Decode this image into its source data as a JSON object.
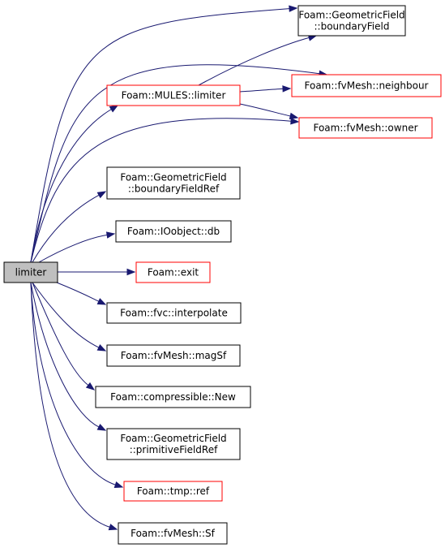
{
  "colors": {
    "edge": "#191970",
    "node_border_default": "#000000",
    "node_border_highlight": "#ff0000",
    "root_fill": "#bfbfbf",
    "node_fill": "#ffffff"
  },
  "diagram": {
    "nodes": [
      {
        "id": "limiter",
        "lines": [
          "limiter"
        ],
        "style": "root"
      },
      {
        "id": "mules-limiter",
        "lines": [
          "Foam::MULES::limiter"
        ],
        "style": "highlight"
      },
      {
        "id": "geometricfield-boundaryfield",
        "lines": [
          "Foam::GeometricField",
          "::boundaryField"
        ],
        "style": "default"
      },
      {
        "id": "fvmesh-neighbour",
        "lines": [
          "Foam::fvMesh::neighbour"
        ],
        "style": "highlight"
      },
      {
        "id": "fvmesh-owner",
        "lines": [
          "Foam::fvMesh::owner"
        ],
        "style": "highlight"
      },
      {
        "id": "geometricfield-boundaryfieldref",
        "lines": [
          "Foam::GeometricField",
          "::boundaryFieldRef"
        ],
        "style": "default"
      },
      {
        "id": "ioobject-db",
        "lines": [
          "Foam::IOobject::db"
        ],
        "style": "default"
      },
      {
        "id": "exit",
        "lines": [
          "Foam::exit"
        ],
        "style": "highlight"
      },
      {
        "id": "fvc-interpolate",
        "lines": [
          "Foam::fvc::interpolate"
        ],
        "style": "default"
      },
      {
        "id": "fvmesh-magsf",
        "lines": [
          "Foam::fvMesh::magSf"
        ],
        "style": "default"
      },
      {
        "id": "compressible-new",
        "lines": [
          "Foam::compressible::New"
        ],
        "style": "default"
      },
      {
        "id": "geometricfield-primitivefieldref",
        "lines": [
          "Foam::GeometricField",
          "::primitiveFieldRef"
        ],
        "style": "default"
      },
      {
        "id": "tmp-ref",
        "lines": [
          "Foam::tmp::ref"
        ],
        "style": "highlight"
      },
      {
        "id": "fvmesh-sf",
        "lines": [
          "Foam::fvMesh::Sf"
        ],
        "style": "default"
      }
    ],
    "edges": [
      {
        "from": "limiter",
        "to": "geometricfield-boundaryfield"
      },
      {
        "from": "limiter",
        "to": "fvmesh-neighbour"
      },
      {
        "from": "limiter",
        "to": "mules-limiter"
      },
      {
        "from": "limiter",
        "to": "fvmesh-owner"
      },
      {
        "from": "limiter",
        "to": "geometricfield-boundaryfieldref"
      },
      {
        "from": "limiter",
        "to": "ioobject-db"
      },
      {
        "from": "limiter",
        "to": "exit"
      },
      {
        "from": "limiter",
        "to": "fvc-interpolate"
      },
      {
        "from": "limiter",
        "to": "fvmesh-magsf"
      },
      {
        "from": "limiter",
        "to": "compressible-new"
      },
      {
        "from": "limiter",
        "to": "geometricfield-primitivefieldref"
      },
      {
        "from": "limiter",
        "to": "tmp-ref"
      },
      {
        "from": "limiter",
        "to": "fvmesh-sf"
      },
      {
        "from": "mules-limiter",
        "to": "geometricfield-boundaryfield"
      },
      {
        "from": "mules-limiter",
        "to": "fvmesh-neighbour"
      },
      {
        "from": "mules-limiter",
        "to": "fvmesh-owner"
      }
    ]
  }
}
